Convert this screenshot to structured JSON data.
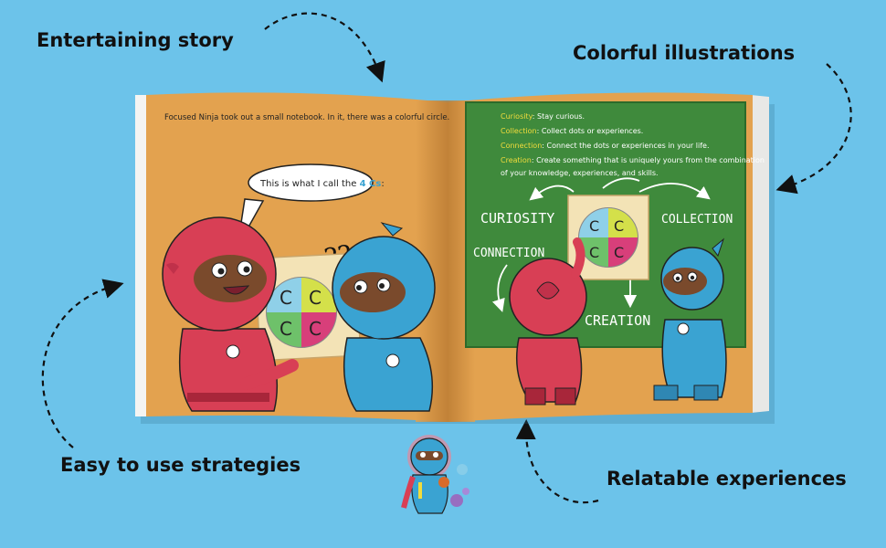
{
  "features": {
    "story": "Entertaining story",
    "illustrations": "Colorful illustrations",
    "strategies": "Easy to use strategies",
    "experiences": "Relatable experiences"
  },
  "left_page": {
    "narration": "Focused Ninja took out a small notebook. In it, there was a colorful circle.",
    "speech_prefix": "This is what I call the ",
    "speech_highlight": "4 Cs",
    "speech_suffix": ":",
    "question_marks": "??",
    "circle_letters": [
      "C",
      "C",
      "C",
      "C"
    ]
  },
  "right_page": {
    "definitions": [
      {
        "term": "Curiosity",
        "text": ": Stay curious."
      },
      {
        "term": "Collection",
        "text": ": Collect dots or experiences."
      },
      {
        "term": "Connection",
        "text": ": Connect the dots or experiences in your life."
      },
      {
        "term": "Creation",
        "text": ": Create something that is uniquely yours from the combination"
      }
    ],
    "definition_continuation": "of your knowledge, experiences, and skills.",
    "board_labels": {
      "curiosity": "CURIOSITY",
      "collection": "COLLECTION",
      "connection": "CONNECTION",
      "creation": "CREATION"
    },
    "circle_letters": [
      "C",
      "C",
      "C",
      "C"
    ]
  },
  "colors": {
    "background": "#6cc3ea",
    "page": "#e3a24f",
    "board": "#3f8a3c",
    "red_ninja": "#d83f55",
    "blue_ninja": "#3aa3d2",
    "highlight_yellow": "#f2dc3c",
    "highlight_blue": "#3aa3d2"
  }
}
